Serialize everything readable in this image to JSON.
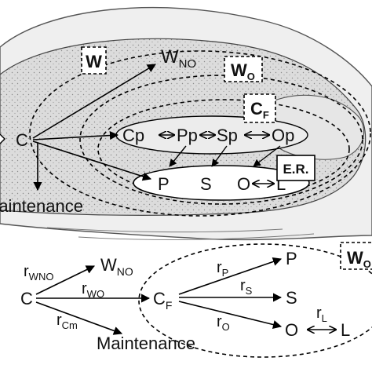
{
  "colors": {
    "seed_fill": "#d9d9d9",
    "stipple": "#8a8a8a",
    "ellipse_fill": "#ececec",
    "inner_ellipse_fill": "#ffffff",
    "line": "#000000"
  },
  "seed_diagram": {
    "box_w": "W",
    "w_no": {
      "base": "W",
      "sub": "NO"
    },
    "box_w_o": {
      "base": "W",
      "sub": "O"
    },
    "box_c_f": {
      "base": "C",
      "sub": "F"
    },
    "c_label": "C",
    "maintenance": "Maintenance",
    "cp": "Cp",
    "pp": "Pp",
    "sp": "Sp",
    "op": "Op",
    "box_er": "E.R.",
    "p": "P",
    "s": "S",
    "o": "O",
    "l": "L"
  },
  "flux_diagram": {
    "box_w_o": {
      "base": "W",
      "sub": "O"
    },
    "c_label": "C",
    "w_no": {
      "base": "W",
      "sub": "NO"
    },
    "c_f": {
      "base": "C",
      "sub": "F"
    },
    "maintenance": "Maintenance",
    "p": "P",
    "s": "S",
    "o": "O",
    "l": "L",
    "r_wno": {
      "base": "r",
      "sub": "WNO"
    },
    "r_wo": {
      "base": "r",
      "sub": "WO"
    },
    "r_cm": {
      "base": "r",
      "sub": "Cm"
    },
    "r_p": {
      "base": "r",
      "sub": "P"
    },
    "r_s": {
      "base": "r",
      "sub": "S"
    },
    "r_o": {
      "base": "r",
      "sub": "O"
    },
    "r_l": {
      "base": "r",
      "sub": "L"
    }
  }
}
